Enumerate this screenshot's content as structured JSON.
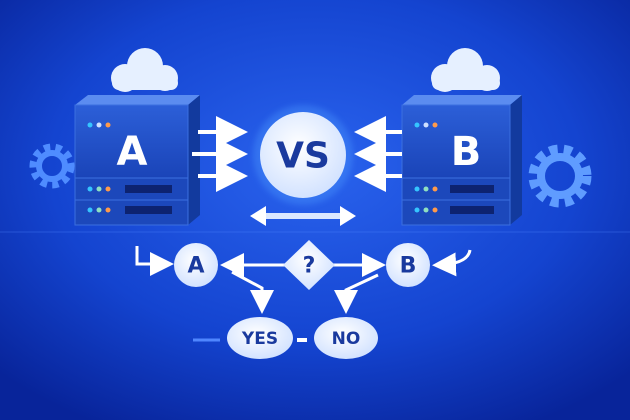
{
  "server_a": {
    "label": "A"
  },
  "server_b": {
    "label": "B"
  },
  "center": {
    "label": "VS"
  },
  "flow": {
    "node_a": "A",
    "decision": "?",
    "node_b": "B",
    "yes": "YES",
    "no": "NO"
  },
  "colors": {
    "background": "#1446d8",
    "server": "#1e4fc4",
    "node_fill": "#eef4ff",
    "node_text": "#1a3a9e",
    "led_blue": "#35c5ff",
    "led_green": "#8fe0c0",
    "led_orange": "#ff9a4a"
  }
}
